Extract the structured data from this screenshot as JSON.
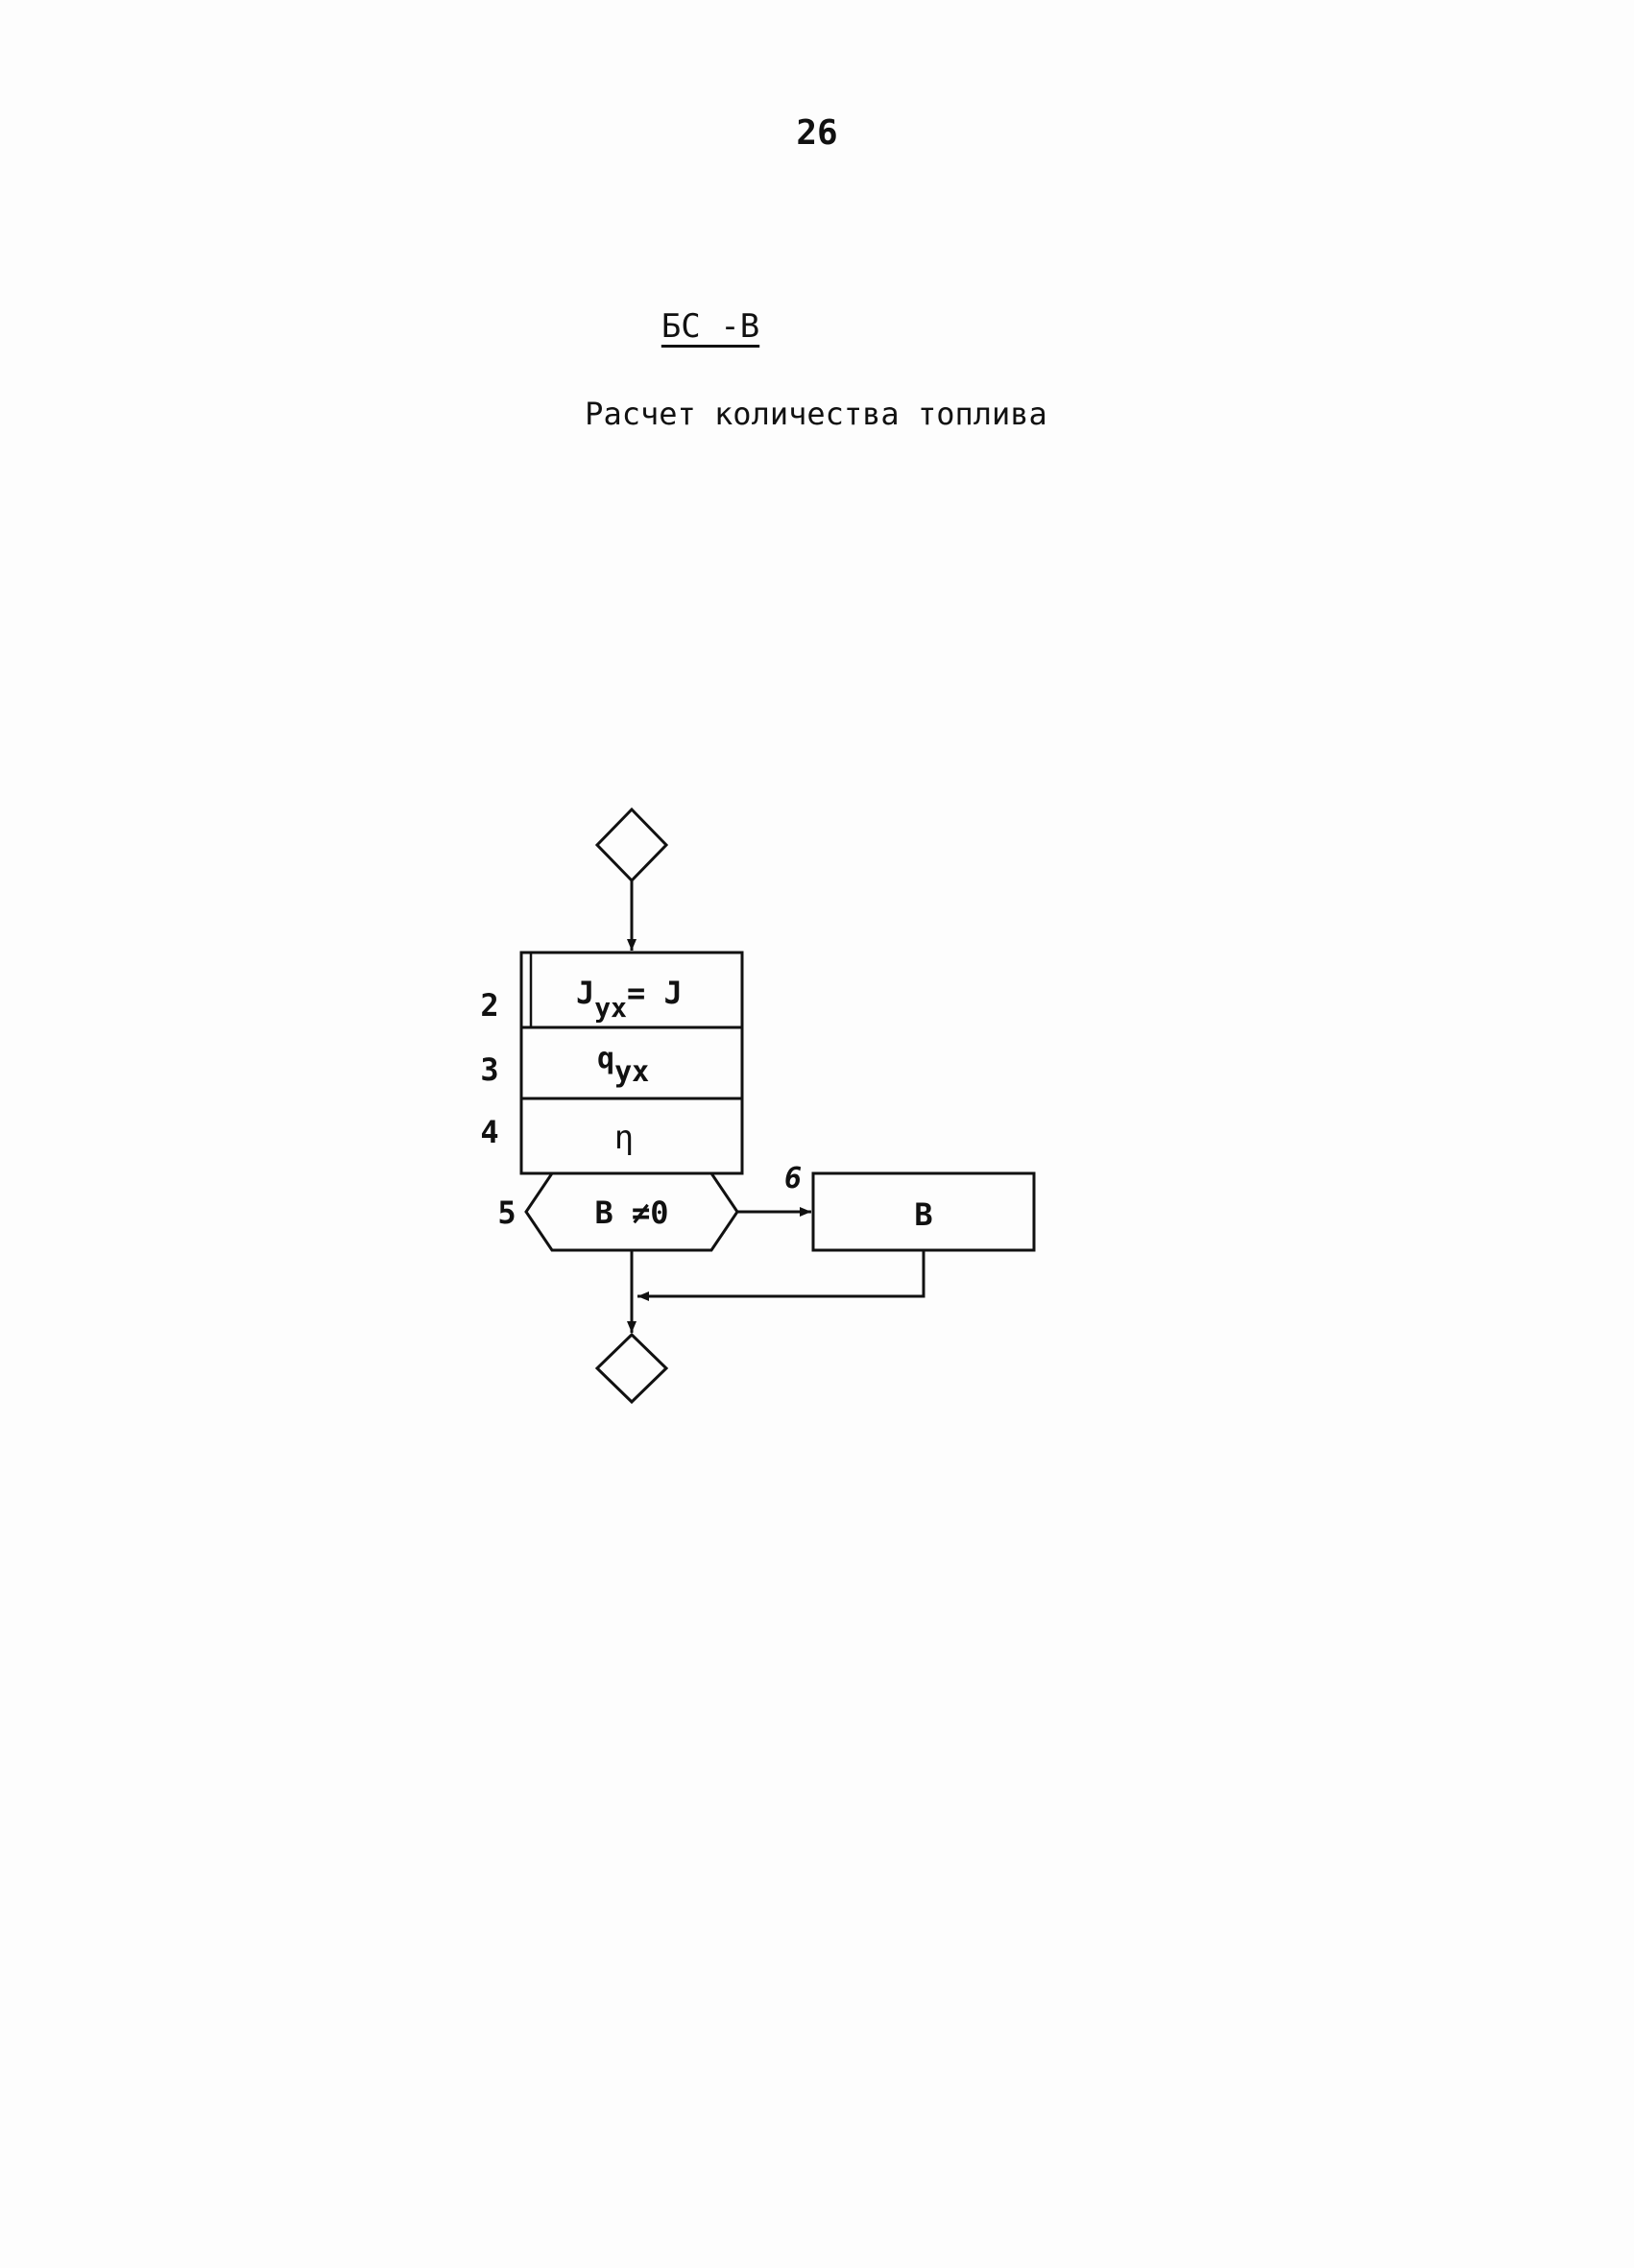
{
  "page": {
    "number": "26"
  },
  "header": {
    "code": "БС -В",
    "subtitle": "Расчет количества топлива"
  },
  "flowchart": {
    "blocks": [
      {
        "number": "2",
        "label_main": "J",
        "label_sub": "ух",
        "label_tail": "= J"
      },
      {
        "number": "3",
        "label_main": "q",
        "label_sub": "ух",
        "label_tail": ""
      },
      {
        "number": "4",
        "label_main": "η",
        "label_sub": "",
        "label_tail": ""
      }
    ],
    "decision": {
      "number": "5",
      "label": "В ≠0"
    },
    "process": {
      "number": "6",
      "label": "В"
    }
  }
}
